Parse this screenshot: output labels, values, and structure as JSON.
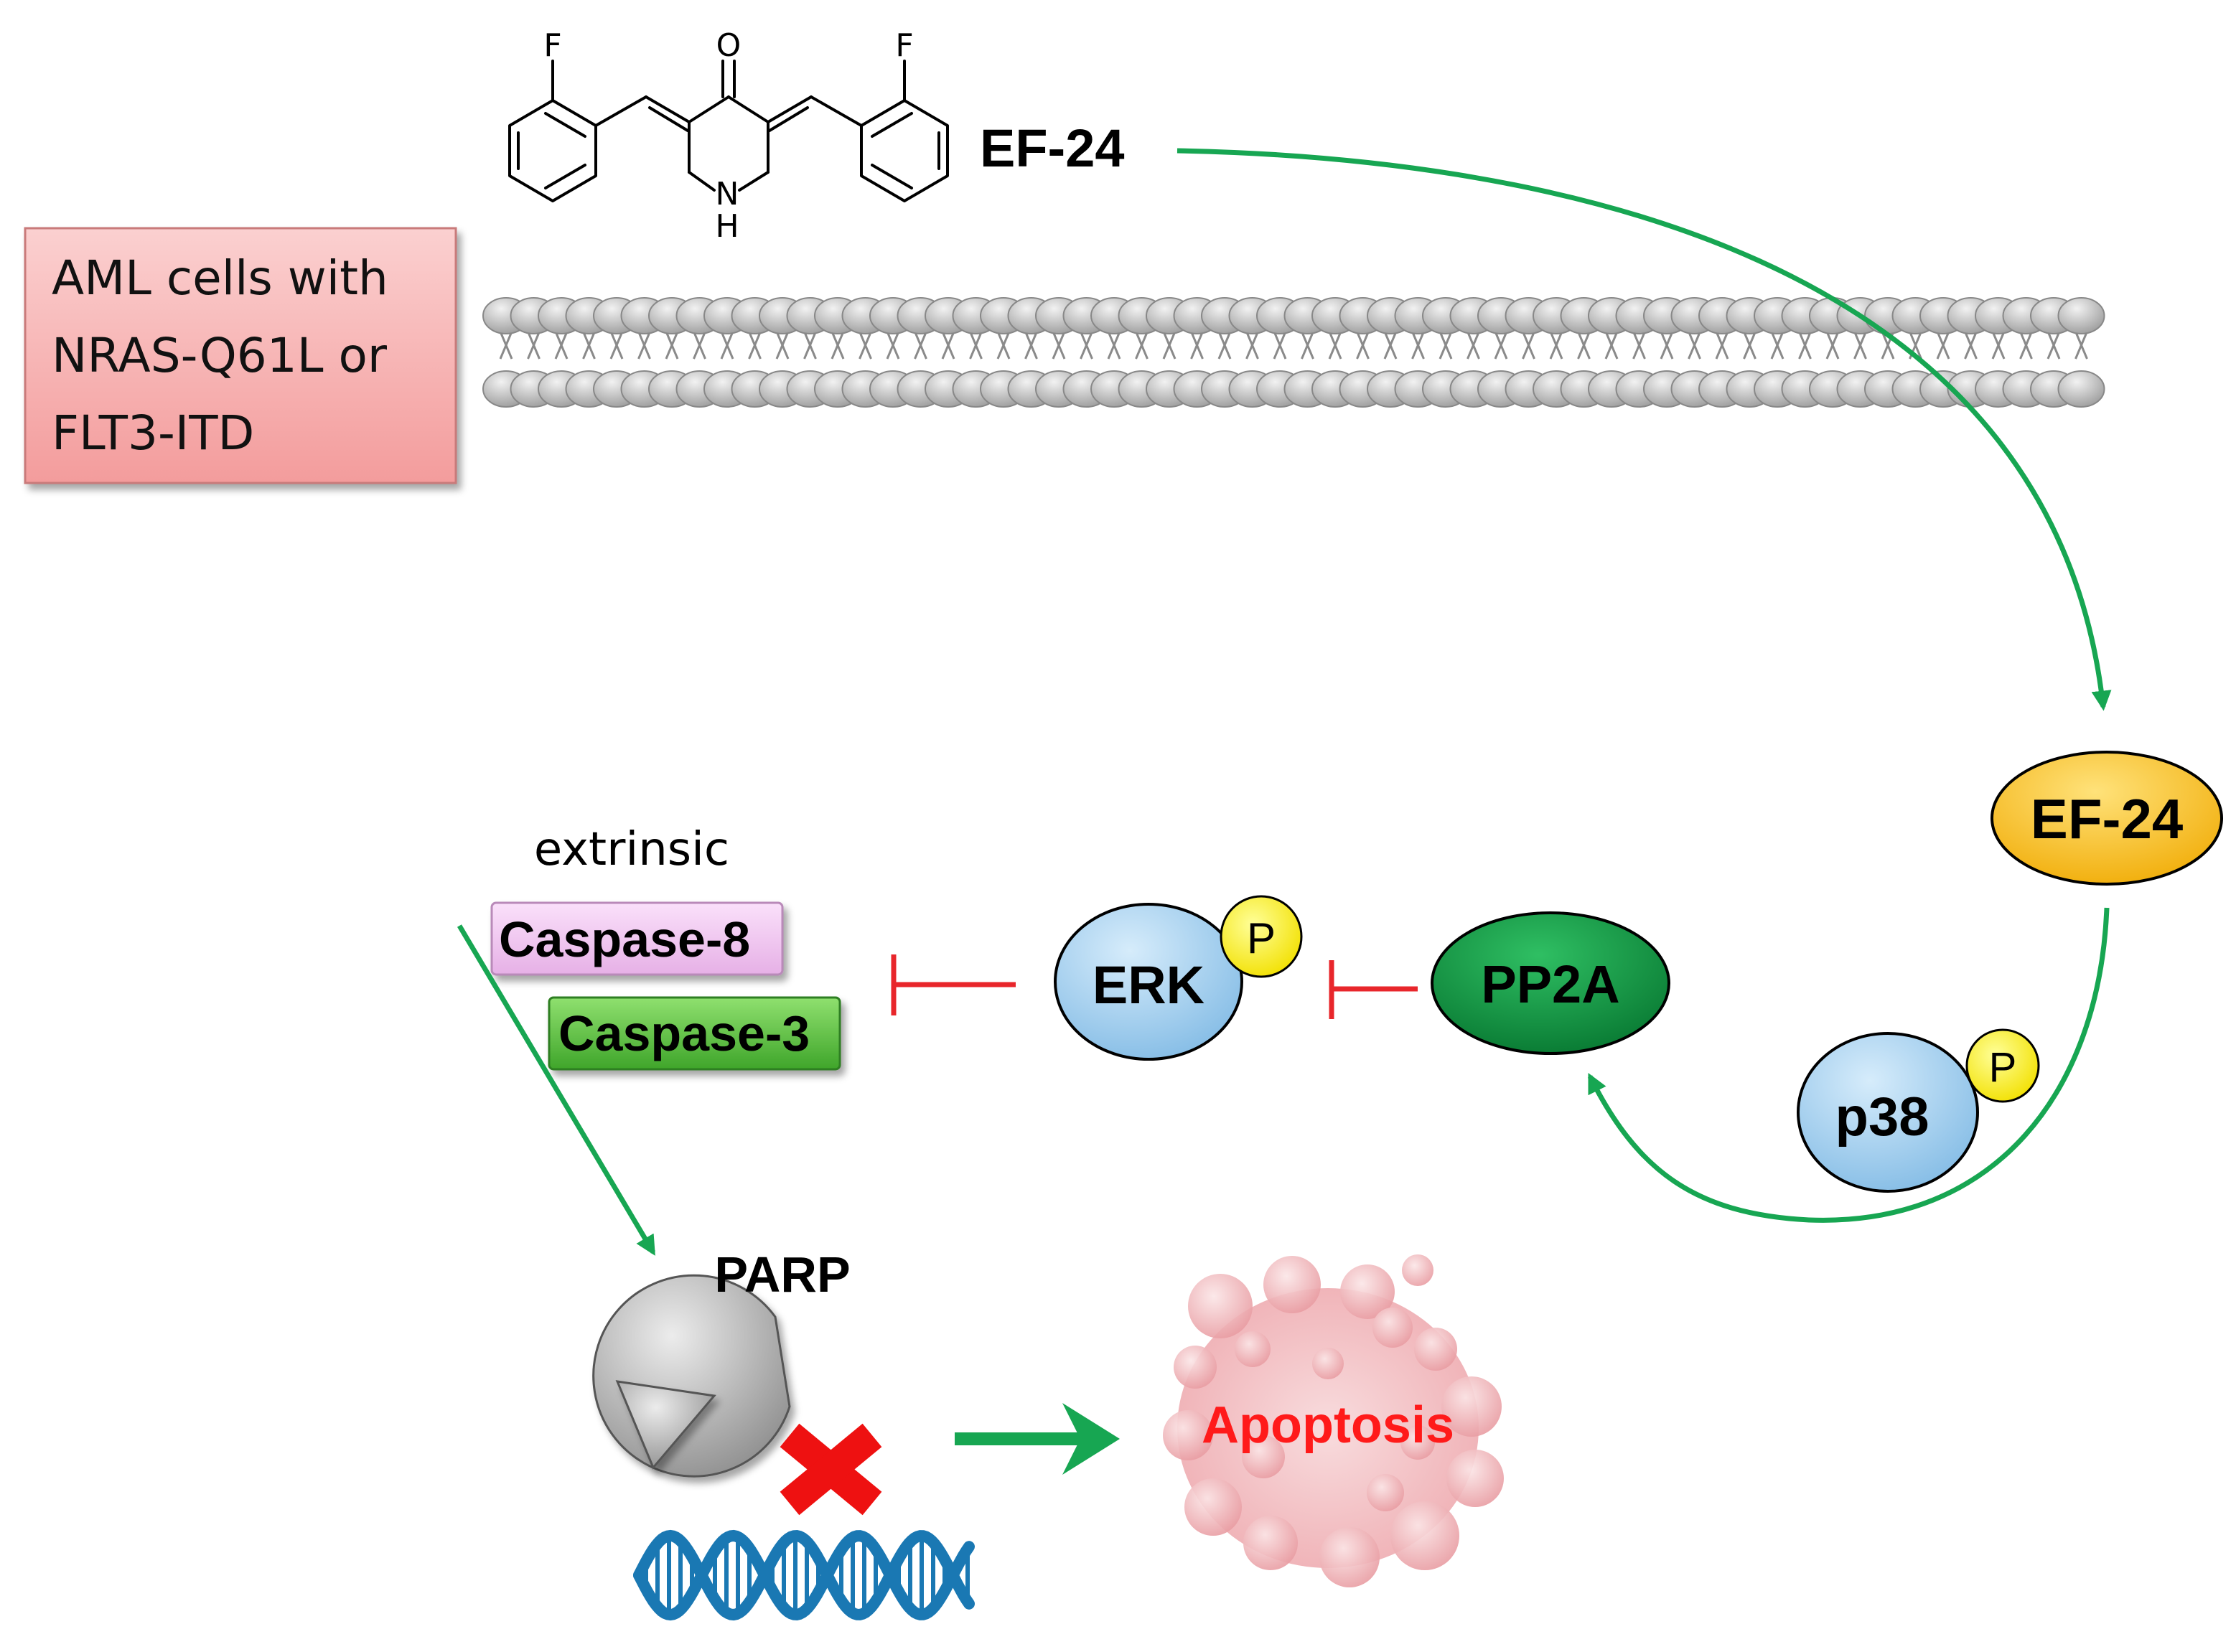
{
  "compound": {
    "name": "EF-24",
    "atoms": {
      "fluorine_left": "F",
      "fluorine_right": "F",
      "oxygen": "O",
      "nitrogen": "N",
      "hydrogen": "H"
    }
  },
  "cell_label": {
    "line1": "AML cells with",
    "line2": "NRAS-Q61L or",
    "line3": "FLT3-ITD"
  },
  "nodes": {
    "ef24": "EF-24",
    "p38": "p38",
    "p38_phospho": "P",
    "pp2a": "PP2A",
    "erk": "ERK",
    "erk_phospho": "P",
    "caspase8": "Caspase-8",
    "caspase3": "Caspase-3",
    "extrinsic": "extrinsic",
    "parp": "PARP",
    "apoptosis": "Apoptosis"
  },
  "colors": {
    "activation_arrow": "#17a652",
    "inhibition": "#e8262b",
    "ef24_fill": "#f6b800",
    "pp2a_fill": "#0b8f3e",
    "erk_fill": "#9fd0f2",
    "phospho_fill": "#ffef00",
    "caspase8_fill": "#f2c7f2",
    "caspase3_fill": "#63c545",
    "cell_box_fill": "#f6a8a8",
    "apoptosis_text": "#ff1a1a",
    "dna": "#1a78b3",
    "x_mark": "#ee1111"
  },
  "icons": [
    "membrane-bilayer",
    "dna-helix-icon",
    "x-mark-icon",
    "parp-pacman-icon"
  ]
}
